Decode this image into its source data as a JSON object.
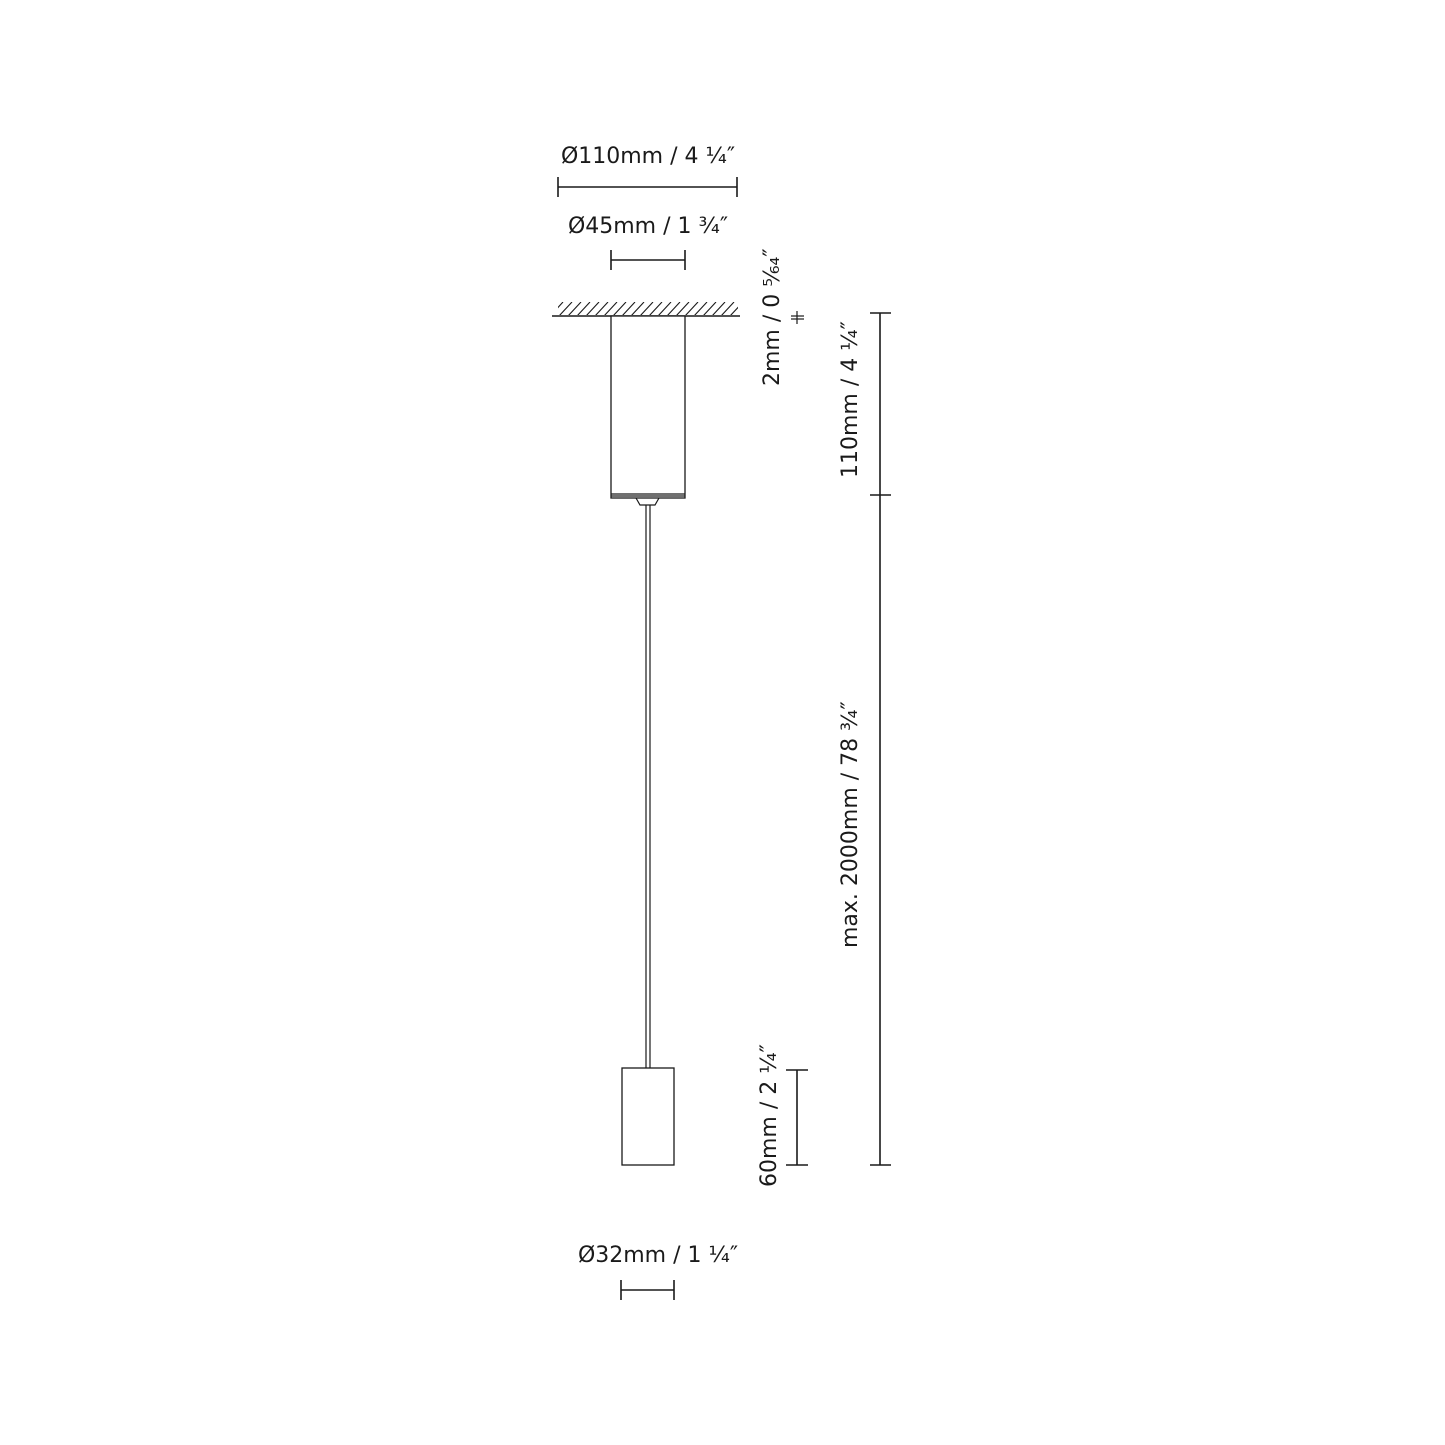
{
  "dimensions": {
    "canopy_diameter": "Ø110mm / 4 ¼″",
    "canopy_body_diameter": "Ø45mm / 1 ¾″",
    "ceiling_plate_thickness": "2mm / 0 ⁵⁄₆₄″",
    "canopy_height": "110mm / 4 ¼″",
    "cable_length": "max. 2000mm / 78 ¾″",
    "pendant_height": "60mm / 2 ¼″",
    "pendant_diameter": "Ø32mm / 1 ¼″"
  },
  "colors": {
    "line": "#1a1a1a",
    "background": "#ffffff"
  }
}
